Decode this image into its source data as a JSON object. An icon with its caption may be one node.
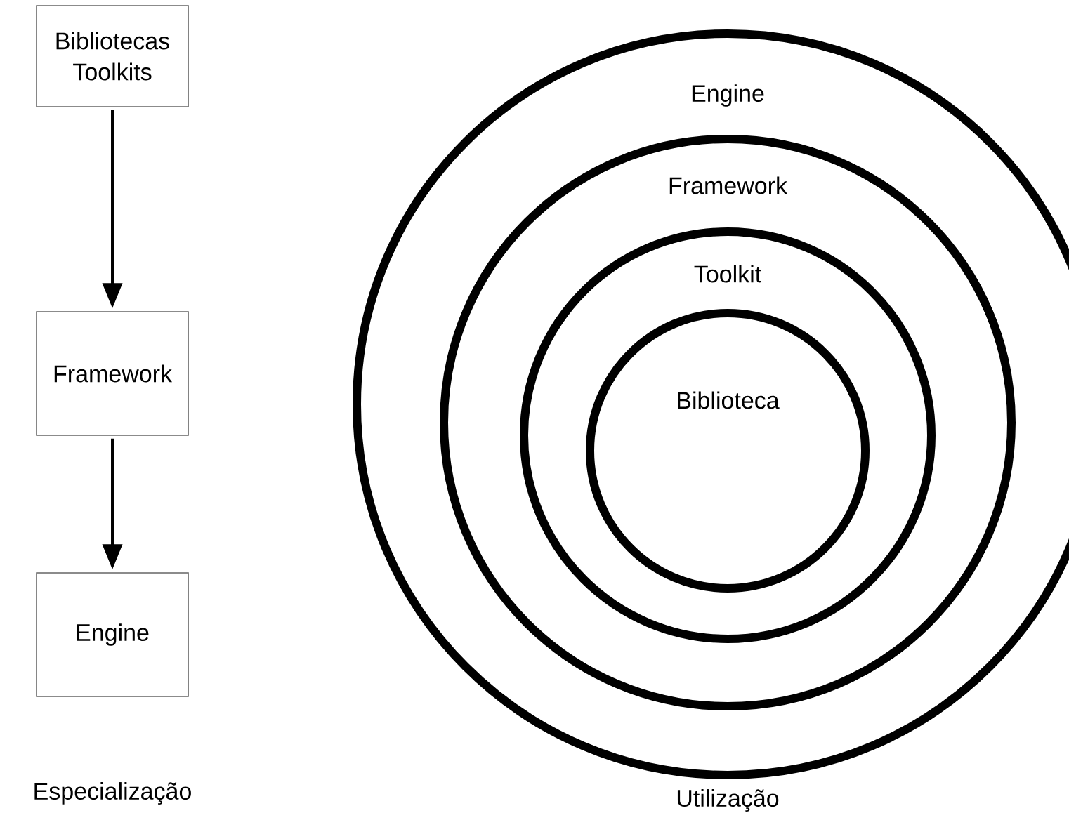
{
  "diagram": {
    "nodes": [
      {
        "text": [
          "Bibliotecas Toolkits"
        ]
      },
      {
        "text": [
          "Framework"
        ]
      },
      {
        "text": [
          "Engine"
        ]
      },
      {
        "text": [
          "Engine"
        ]
      },
      {
        "text": [
          "Framework"
        ],
        "in": 3
      },
      {
        "text": [
          "Toolkit"
        ],
        "in": 4
      },
      {
        "text": [
          "Biblioteca"
        ],
        "in": 5
      }
    ],
    "edges": [
      {
        "from": 0,
        "to": 1,
        "arrow": "to"
      },
      {
        "from": 1,
        "to": 2,
        "arrow": "to"
      }
    ],
    "labels": [
      "Especialização",
      "Utilização"
    ]
  }
}
